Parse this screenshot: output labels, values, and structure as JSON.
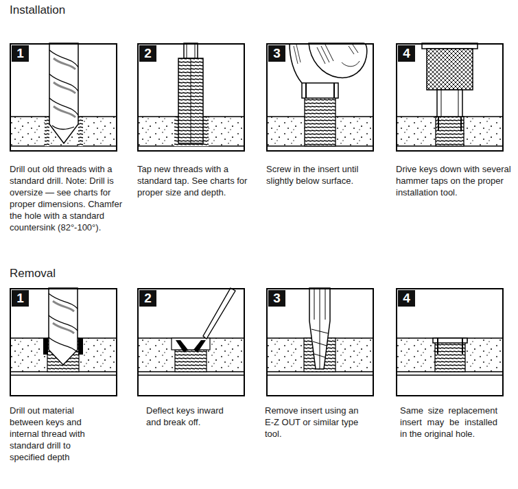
{
  "diagram": {
    "nodes": [
      {
        "text": [
          "1",
          "Drill out old threads with a standard drill. Note: Drill is oversize — see charts for proper dimensions. Chamfer the hole with a standard countersink (82°-100°)."
        ]
      },
      {
        "text": [
          "2",
          "Tap new threads with a standard tap. See charts for proper size and depth."
        ]
      },
      {
        "text": [
          "3",
          "Screw in the insert until slightly below surface."
        ]
      },
      {
        "text": [
          "4",
          "Drive keys down with several hammer taps on the proper installation tool."
        ]
      },
      {
        "text": [
          "1",
          "Drill out material between keys and internal thread with standard drill to specified depth"
        ]
      },
      {
        "text": [
          "2",
          "Deflect keys inward and break off."
        ]
      },
      {
        "text": [
          "3",
          "Remove insert using an E-Z OUT or similar type tool."
        ]
      },
      {
        "text": [
          "4",
          "Same size replacement insert may be installed in the original hole."
        ]
      }
    ],
    "labels": [
      "Installation",
      "Removal"
    ]
  }
}
